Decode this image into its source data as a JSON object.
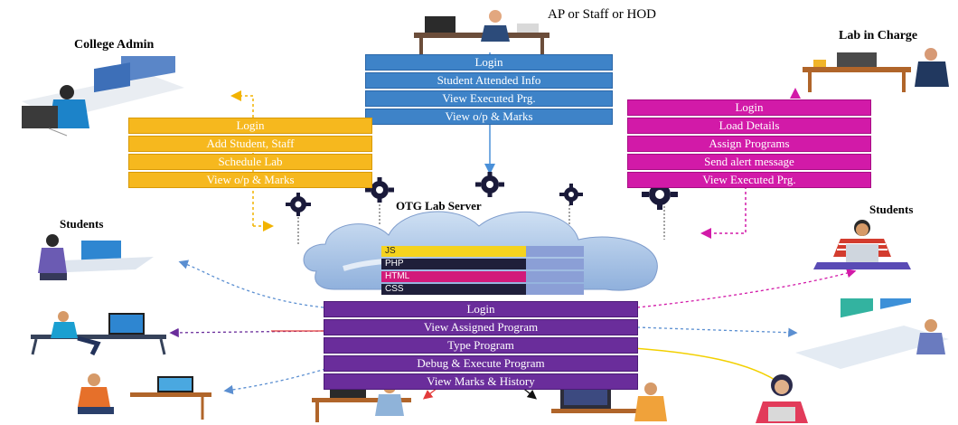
{
  "roles": {
    "staff": "AP or Staff or HOD",
    "admin": "College Admin",
    "lab_incharge": "Lab in Charge",
    "students_left": "Students",
    "students_right": "Students"
  },
  "server": {
    "title": "OTG Lab Server",
    "stack": [
      "JS",
      "PHP",
      "HTML",
      "CSS"
    ]
  },
  "panels": {
    "staff": [
      "Login",
      "Student Attended Info",
      "View Executed Prg.",
      "View o/p & Marks"
    ],
    "admin": [
      "Login",
      "Add Student, Staff",
      "Schedule Lab",
      "View o/p & Marks"
    ],
    "lab_incharge": [
      "Login",
      "Load Details",
      "Assign Programs",
      "Send alert message",
      "View Executed Prg."
    ],
    "students": [
      "Login",
      "View Assigned Program",
      "Type Program",
      "Debug & Execute Program",
      "View Marks & History"
    ]
  },
  "colors": {
    "staff_panel": "#3e83c8",
    "admin_panel": "#f6b81e",
    "lab_panel": "#d21aa8",
    "student_panel": "#6a2d9b",
    "gear": "#1a1a3a",
    "cloud": "#a9c7ea"
  }
}
